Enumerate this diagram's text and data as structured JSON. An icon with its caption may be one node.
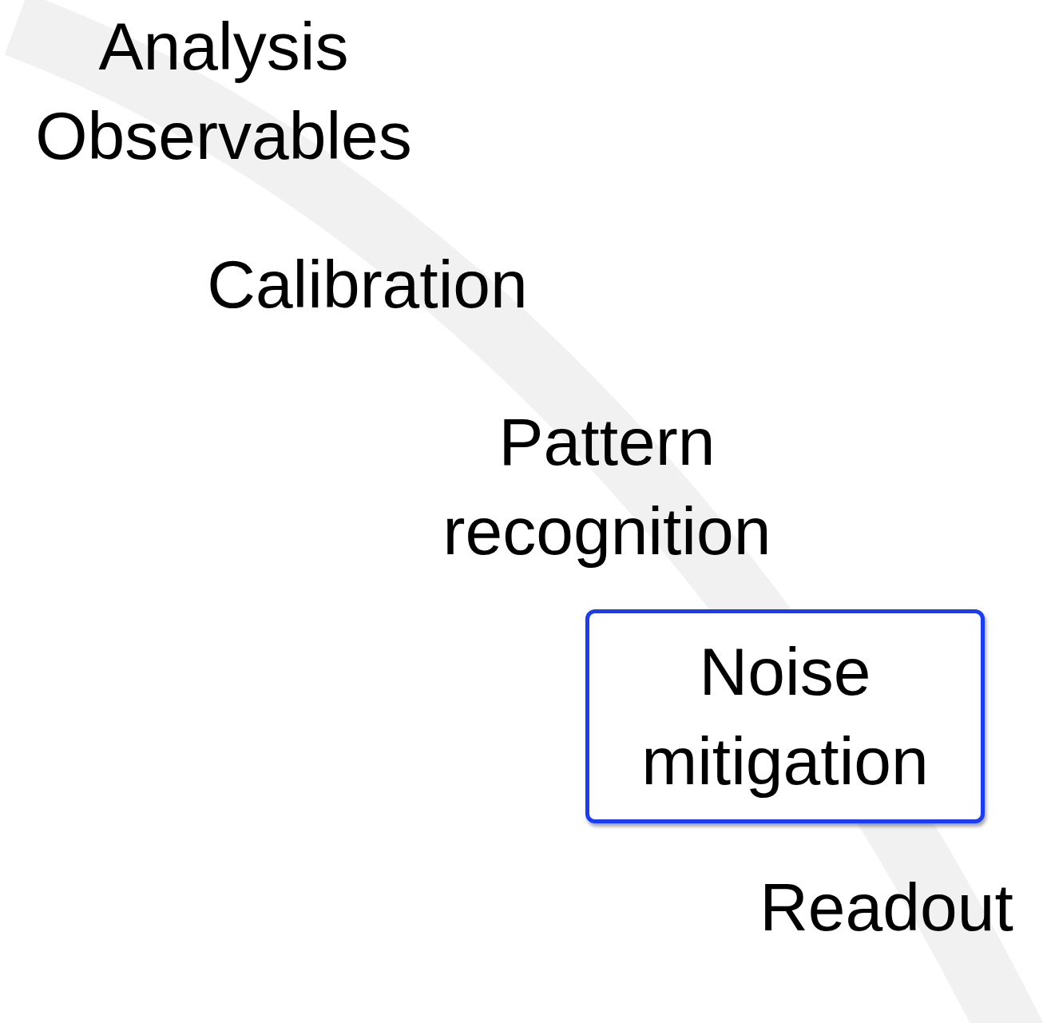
{
  "diagram": {
    "nodes": [
      {
        "text": [
          "Noise mitigation"
        ]
      }
    ],
    "labels": [
      "Analysis Observables",
      "Calibration",
      "Pattern recognition",
      "Readout"
    ]
  }
}
